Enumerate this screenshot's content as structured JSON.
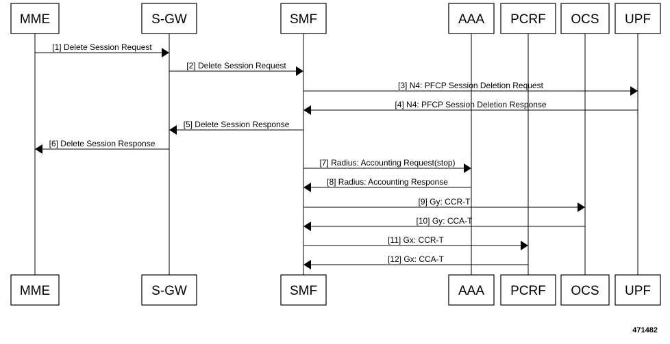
{
  "participants": [
    {
      "id": "mme",
      "label": "MME"
    },
    {
      "id": "sgw",
      "label": "S-GW"
    },
    {
      "id": "smf",
      "label": "SMF"
    },
    {
      "id": "aaa",
      "label": "AAA"
    },
    {
      "id": "pcrf",
      "label": "PCRF"
    },
    {
      "id": "ocs",
      "label": "OCS"
    },
    {
      "id": "upf",
      "label": "UPF"
    }
  ],
  "messages": [
    {
      "from": "mme",
      "to": "sgw",
      "label": "[1] Delete Session Request"
    },
    {
      "from": "sgw",
      "to": "smf",
      "label": "[2] Delete Session Request"
    },
    {
      "from": "smf",
      "to": "upf",
      "label": "[3] N4: PFCP Session Deletion Request"
    },
    {
      "from": "upf",
      "to": "smf",
      "label": "[4] N4: PFCP Session Deletion Response"
    },
    {
      "from": "smf",
      "to": "sgw",
      "label": "[5] Delete Session Response"
    },
    {
      "from": "sgw",
      "to": "mme",
      "label": "[6] Delete Session Response"
    },
    {
      "from": "smf",
      "to": "aaa",
      "label": "[7] Radius: Accounting Request(stop)"
    },
    {
      "from": "aaa",
      "to": "smf",
      "label": "[8] Radius: Accounting Response"
    },
    {
      "from": "smf",
      "to": "ocs",
      "label": "[9] Gy: CCR-T"
    },
    {
      "from": "ocs",
      "to": "smf",
      "label": "[10] Gy: CCA-T"
    },
    {
      "from": "smf",
      "to": "pcrf",
      "label": "[11] Gx: CCR-T"
    },
    {
      "from": "pcrf",
      "to": "smf",
      "label": "[12] Gx: CCA-T"
    }
  ],
  "figure_id": "471482"
}
